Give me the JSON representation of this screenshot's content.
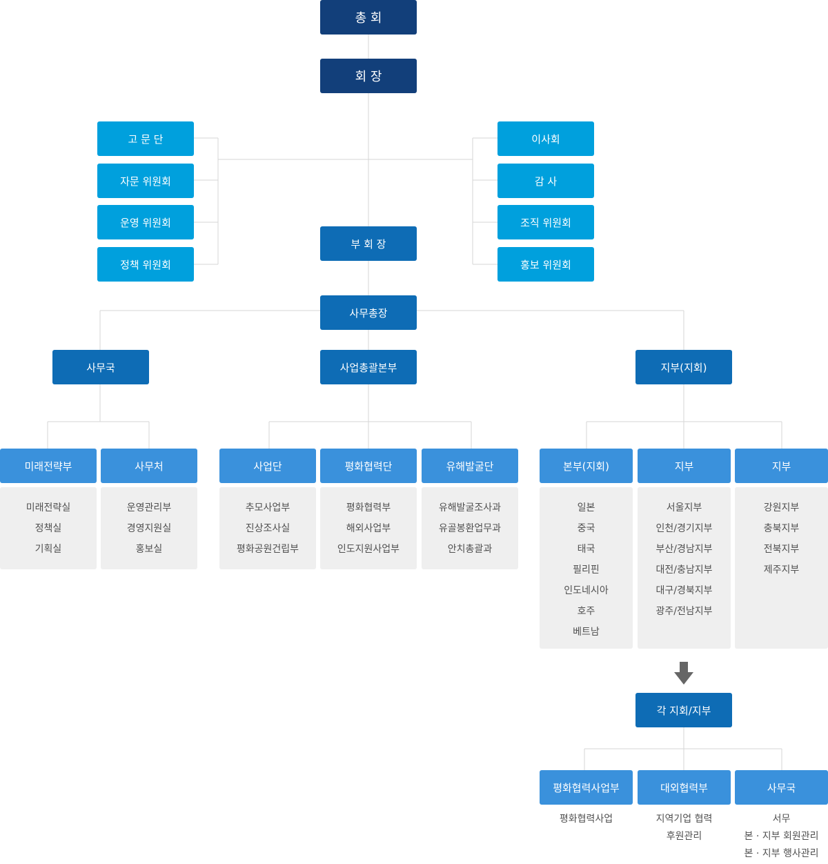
{
  "top": {
    "general_assembly": "총 회",
    "president": "회 장"
  },
  "left_committees": [
    "고 문 단",
    "자문 위원회",
    "운영 위원회",
    "정책 위원회"
  ],
  "right_committees": [
    "이사회",
    "감 사",
    "조직 위원회",
    "홍보 위원회"
  ],
  "vice_president": "부 회 장",
  "secretary_general": "사무총장",
  "divisions": {
    "secretariat": "사무국",
    "business_hq": "사업총괄본부",
    "branches": "지부(지회)"
  },
  "departments": [
    {
      "label": "미래전략부",
      "items": [
        "미래전략실",
        "정책실",
        "기획실"
      ]
    },
    {
      "label": "사무처",
      "items": [
        "운영관리부",
        "경영지원실",
        "홍보실"
      ]
    },
    {
      "label": "사업단",
      "items": [
        "추모사업부",
        "진상조사실",
        "평화공원건립부"
      ]
    },
    {
      "label": "평화협력단",
      "items": [
        "평화협력부",
        "해외사업부",
        "인도지원사업부"
      ]
    },
    {
      "label": "유해발굴단",
      "items": [
        "유해발굴조사과",
        "유골봉환업무과",
        "안치총괄과"
      ]
    },
    {
      "label": "본부(지회)",
      "items": [
        "일본",
        "중국",
        "태국",
        "필리핀",
        "인도네시아",
        "호주",
        "베트남"
      ]
    },
    {
      "label": "지부",
      "items": [
        "서울지부",
        "인천/경기지부",
        "부산/경남지부",
        "대전/충남지부",
        "대구/경북지부",
        "광주/전남지부"
      ]
    },
    {
      "label": "지부",
      "items": [
        "강원지부",
        "충북지부",
        "전북지부",
        "제주지부"
      ]
    }
  ],
  "each_branch": "각 지회/지부",
  "branch_units": [
    {
      "label": "평화협력사업부",
      "items": [
        "평화협력사업"
      ]
    },
    {
      "label": "대외협력부",
      "items": [
        "지역기업 협력",
        "후원관리"
      ]
    },
    {
      "label": "사무국",
      "items": [
        "서무",
        "본 · 지부 회원관리",
        "본 · 지부 행사관리"
      ]
    }
  ],
  "colors": {
    "dark_navy": "#123f7a",
    "cyan": "#00a0dd",
    "mid_blue": "#0e6cb5",
    "light_blue": "#3a91dc",
    "list_bg": "#efefef",
    "connector": "#d5d5d5",
    "arrow": "#666666"
  }
}
